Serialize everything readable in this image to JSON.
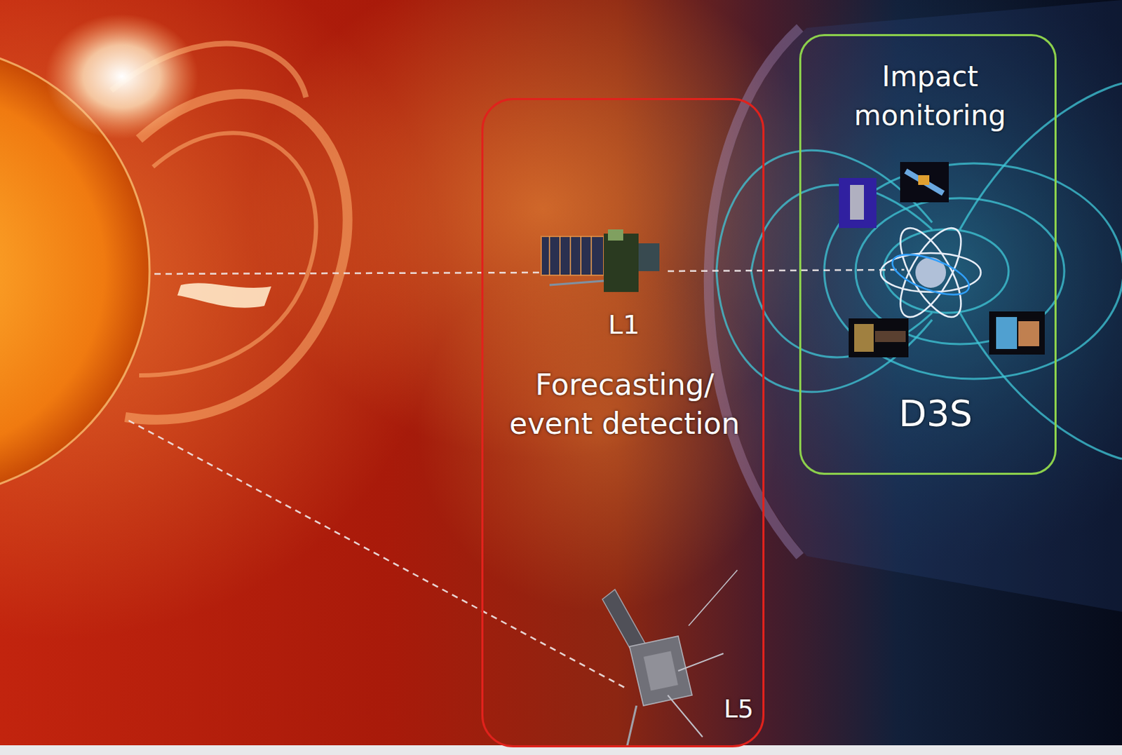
{
  "diagram": {
    "nodes": [
      {
        "text": [
          "Forecasting/ event detection"
        ]
      },
      {
        "text": [
          "Impact monitoring",
          "D3S"
        ]
      }
    ],
    "labels": [
      "L1",
      "L5"
    ]
  }
}
